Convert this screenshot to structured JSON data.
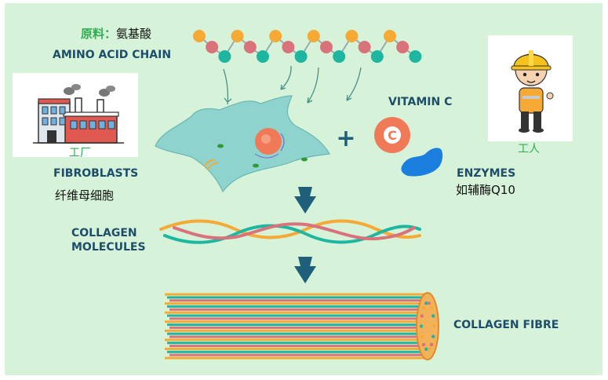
{
  "raw_material": {
    "prefix": "原料：",
    "name": "氨基酸",
    "label_en": "AMINO ACID CHAIN"
  },
  "factory": {
    "label_cn": "工厂",
    "label_en": "FIBROBLASTS",
    "sub_cn": "纤维母细胞"
  },
  "vitamin": {
    "label": "VITAMIN C",
    "icon_letter": "C"
  },
  "worker": {
    "label_cn": "工人"
  },
  "enzymes": {
    "label_en": "ENZYMES",
    "sub_cn": "如辅酶Q10"
  },
  "plus_sign": "+",
  "collagen_molecules": {
    "line1": "COLLAGEN",
    "line2": "MOLECULES"
  },
  "collagen_fibre": {
    "label": "COLLAGEN FIBRE"
  },
  "colors": {
    "panel": "#d6f3d9",
    "heading": "#1e4d6b",
    "accent_green": "#2eae4f",
    "arrow": "#1f5f7a",
    "vitamin": "#f07a57",
    "enzyme": "#1b7fe0",
    "cell": "#8fd3cf",
    "bead_orange": "#f6a935",
    "bead_pink": "#d9727a",
    "bead_teal": "#1fb6a1"
  }
}
